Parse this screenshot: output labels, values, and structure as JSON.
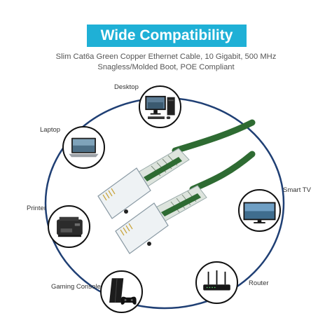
{
  "banner": {
    "title": "Wide Compatibility"
  },
  "subtitle": {
    "line1": "Slim Cat6a Green Copper Ethernet Cable, 10 Gigabit, 500 MHz",
    "line2": "Snagless/Molded Boot, POE Compliant"
  },
  "devices": {
    "desktop": {
      "label": "Desktop",
      "icon": "desktop-icon"
    },
    "laptop": {
      "label": "Laptop",
      "icon": "laptop-icon"
    },
    "printer": {
      "label": "Printer",
      "icon": "printer-icon"
    },
    "gaming_console": {
      "label": "Gaming Console",
      "icon": "gaming-console-icon"
    },
    "router": {
      "label": "Router",
      "icon": "router-icon"
    },
    "smart_tv": {
      "label": "Smart TV",
      "icon": "smart-tv-icon"
    }
  },
  "colors": {
    "banner": "#1fb0d6",
    "cable": "#2e6b32",
    "ring": "#1f3f74"
  }
}
